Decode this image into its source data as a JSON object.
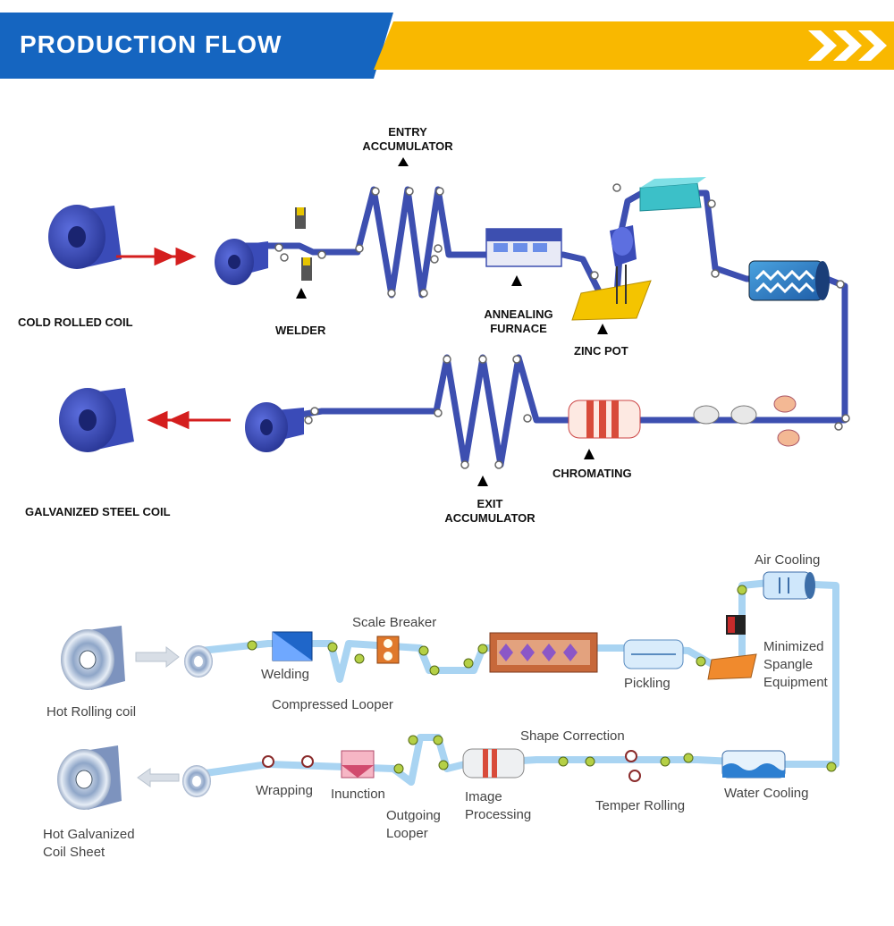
{
  "header": {
    "title": "PRODUCTION FLOW",
    "colors": {
      "blue": "#1565c0",
      "yellow": "#f9b800"
    }
  },
  "top_process": {
    "line_color": "#3d4fb0",
    "labels": {
      "cold_rolled_coil": "COLD ROLLED COIL",
      "welder": "WELDER",
      "entry_accumulator_1": "ENTRY",
      "entry_accumulator_2": "ACCUMULATOR",
      "annealing_furnace_1": "ANNEALING",
      "annealing_furnace_2": "FURNACE",
      "zinc_pot": "ZINC POT",
      "chromating": "CHROMATING",
      "exit_accumulator_1": "EXIT",
      "exit_accumulator_2": "ACCUMULATOR",
      "galvanized_steel_coil": "GALVANIZED STEEL COIL"
    }
  },
  "bottom_process": {
    "line_color": "#a9d4f2",
    "labels": {
      "hot_rolling_coil": "Hot Rolling coil",
      "welding": "Welding",
      "scale_breaker": "Scale Breaker",
      "compressed_looper": "Compressed Looper",
      "pickling": "Pickling",
      "air_cooling": "Air Cooling",
      "minimized_1": "Minimized",
      "minimized_2": "Spangle",
      "minimized_3": "Equipment",
      "shape_correction": "Shape Correction",
      "water_cooling": "Water Cooling",
      "temper_rolling": "Temper Rolling",
      "image_processing_1": "Image",
      "image_processing_2": "Processing",
      "outgoing_looper_1": "Outgoing",
      "outgoing_looper_2": "Looper",
      "inunction": "Inunction",
      "wrapping": "Wrapping",
      "hot_galvanized_1": "Hot Galvanized",
      "hot_galvanized_2": "Coil Sheet"
    }
  }
}
